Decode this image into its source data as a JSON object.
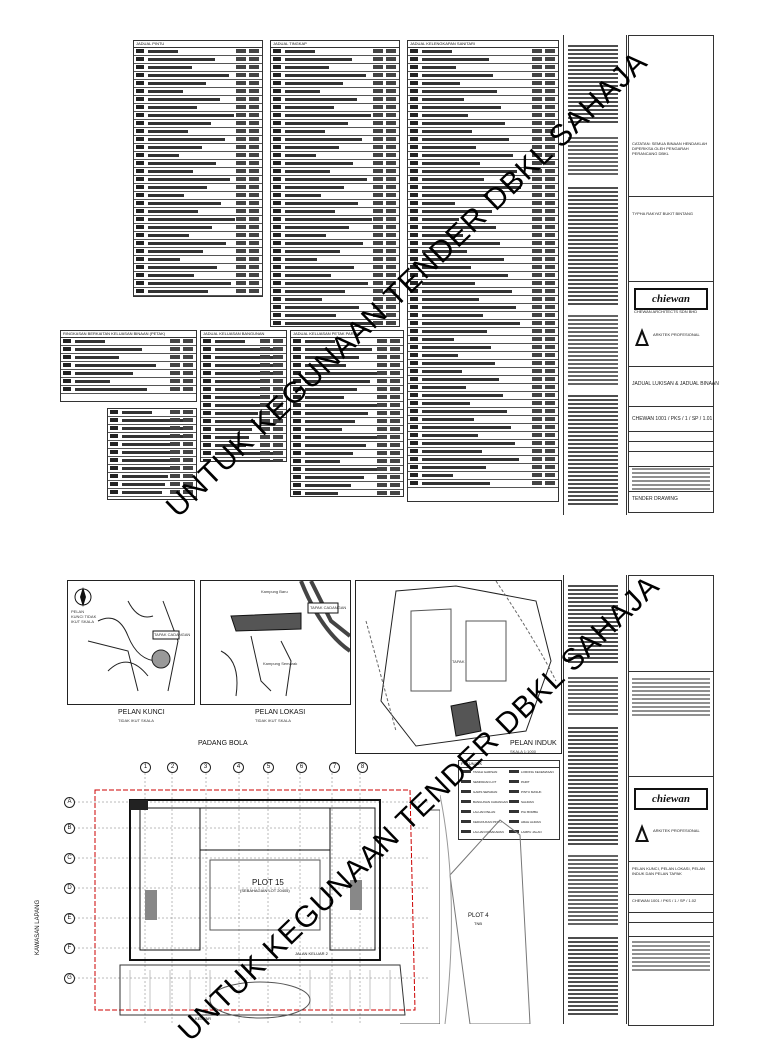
{
  "watermark": "UNTUK KEGUNAAN TENDER DBKL SAHAJA",
  "sheet1": {
    "schedule_titles": [
      "JADUAL PINTU",
      "JADUAL TINGKAP",
      "JADUAL KELENGKAPAN SANITARI"
    ],
    "sub_schedule_titles": [
      "RINGKASAN BERKAITAN KELUASAN BINAAN (PETAK)",
      "JADUAL KELUASAN BANGUNAN",
      "JADUAL KELUASAN PETAK PARKIR"
    ],
    "title_block": {
      "company_notes": "CATATAN: SEMUA BINAAN HENDAKLAH DIPERIKSA OLEH PENGARAH PERANCANG DBKL",
      "client_label": "TYPHA RAKYAT BUKIT BINTANG",
      "firm_logo": "chiewan",
      "firm_sub": "CHEWAN ARCHITECTS SDN BHD",
      "arkitek": "ARKITEK PROFESIONAL",
      "drawing_title": "JADUAL LUKISAN & JADUAL BINAAN",
      "drawing_no": "CHEWAN 1001 / PKS / 1 / SP / 1.01",
      "status": "TENDER DRAWING"
    }
  },
  "sheet2": {
    "maps": {
      "key_plan": "PELAN KUNCI",
      "key_plan_scale": "TIDAK IKUT SKALA",
      "location_plan": "PELAN LOKASI",
      "location_plan_scale": "TIDAK IKUT SKALA",
      "site_plan": "PELAN INDUK",
      "site_plan_scale": "SKALA 1:1000",
      "key_label_a": "PELAN KUNCI TIDAK IKUT SKALA",
      "key_label_b": "TAPAK CADANGAN",
      "loc_label_a": "Kampung Baru",
      "loc_label_b": "TAPAK CADANGAN",
      "loc_label_c": "Kampung Semarak",
      "site_label": "TAPAK"
    },
    "plan_labels": {
      "padang_bola": "PADANG BOLA",
      "plot": "PLOT 15",
      "plot_sub": "(SEBAHAGIAN LOT 20405)",
      "plot4": "PLOT 4",
      "plot4_sub": "TNB",
      "kawasan": "KAWASAN LAPANG",
      "keluar": "KELUAR",
      "masuk": "JALAN KELUAR 2"
    },
    "grid_bubbles": [
      "1",
      "2",
      "3",
      "4",
      "5",
      "6",
      "7",
      "8"
    ],
    "row_bubbles": [
      "A",
      "B",
      "C",
      "D",
      "E",
      "F",
      "G"
    ],
    "legend": {
      "title": "PETUNJUK",
      "items": [
        "TANAH GARISAN",
        "SEMPADAN LOT",
        "GARIS SEPADAN",
        "BANGUNAN CADANGAN",
        "LALUAN PELAN",
        "KEDUDUKAN PINTU",
        "LALUAN KEBAKARAN",
        "LORONG KECEMASAN",
        "PARIT",
        "PINTU MASUK",
        "SALIRAN",
        "PILI BOMBA",
        "ARAH ALIRAN",
        "LAMPU JALAN"
      ]
    },
    "title_block": {
      "drawing_title": "PELAN KUNCI, PELAN LOKASI, PELAN INDUK DAN PELAN TAPAK",
      "drawing_no": "CHEWAN 1001 / PKS / 1 / SP / 1.02",
      "firm_logo": "chiewan",
      "arkitek": "ARKITEK PROFESIONAL"
    }
  }
}
